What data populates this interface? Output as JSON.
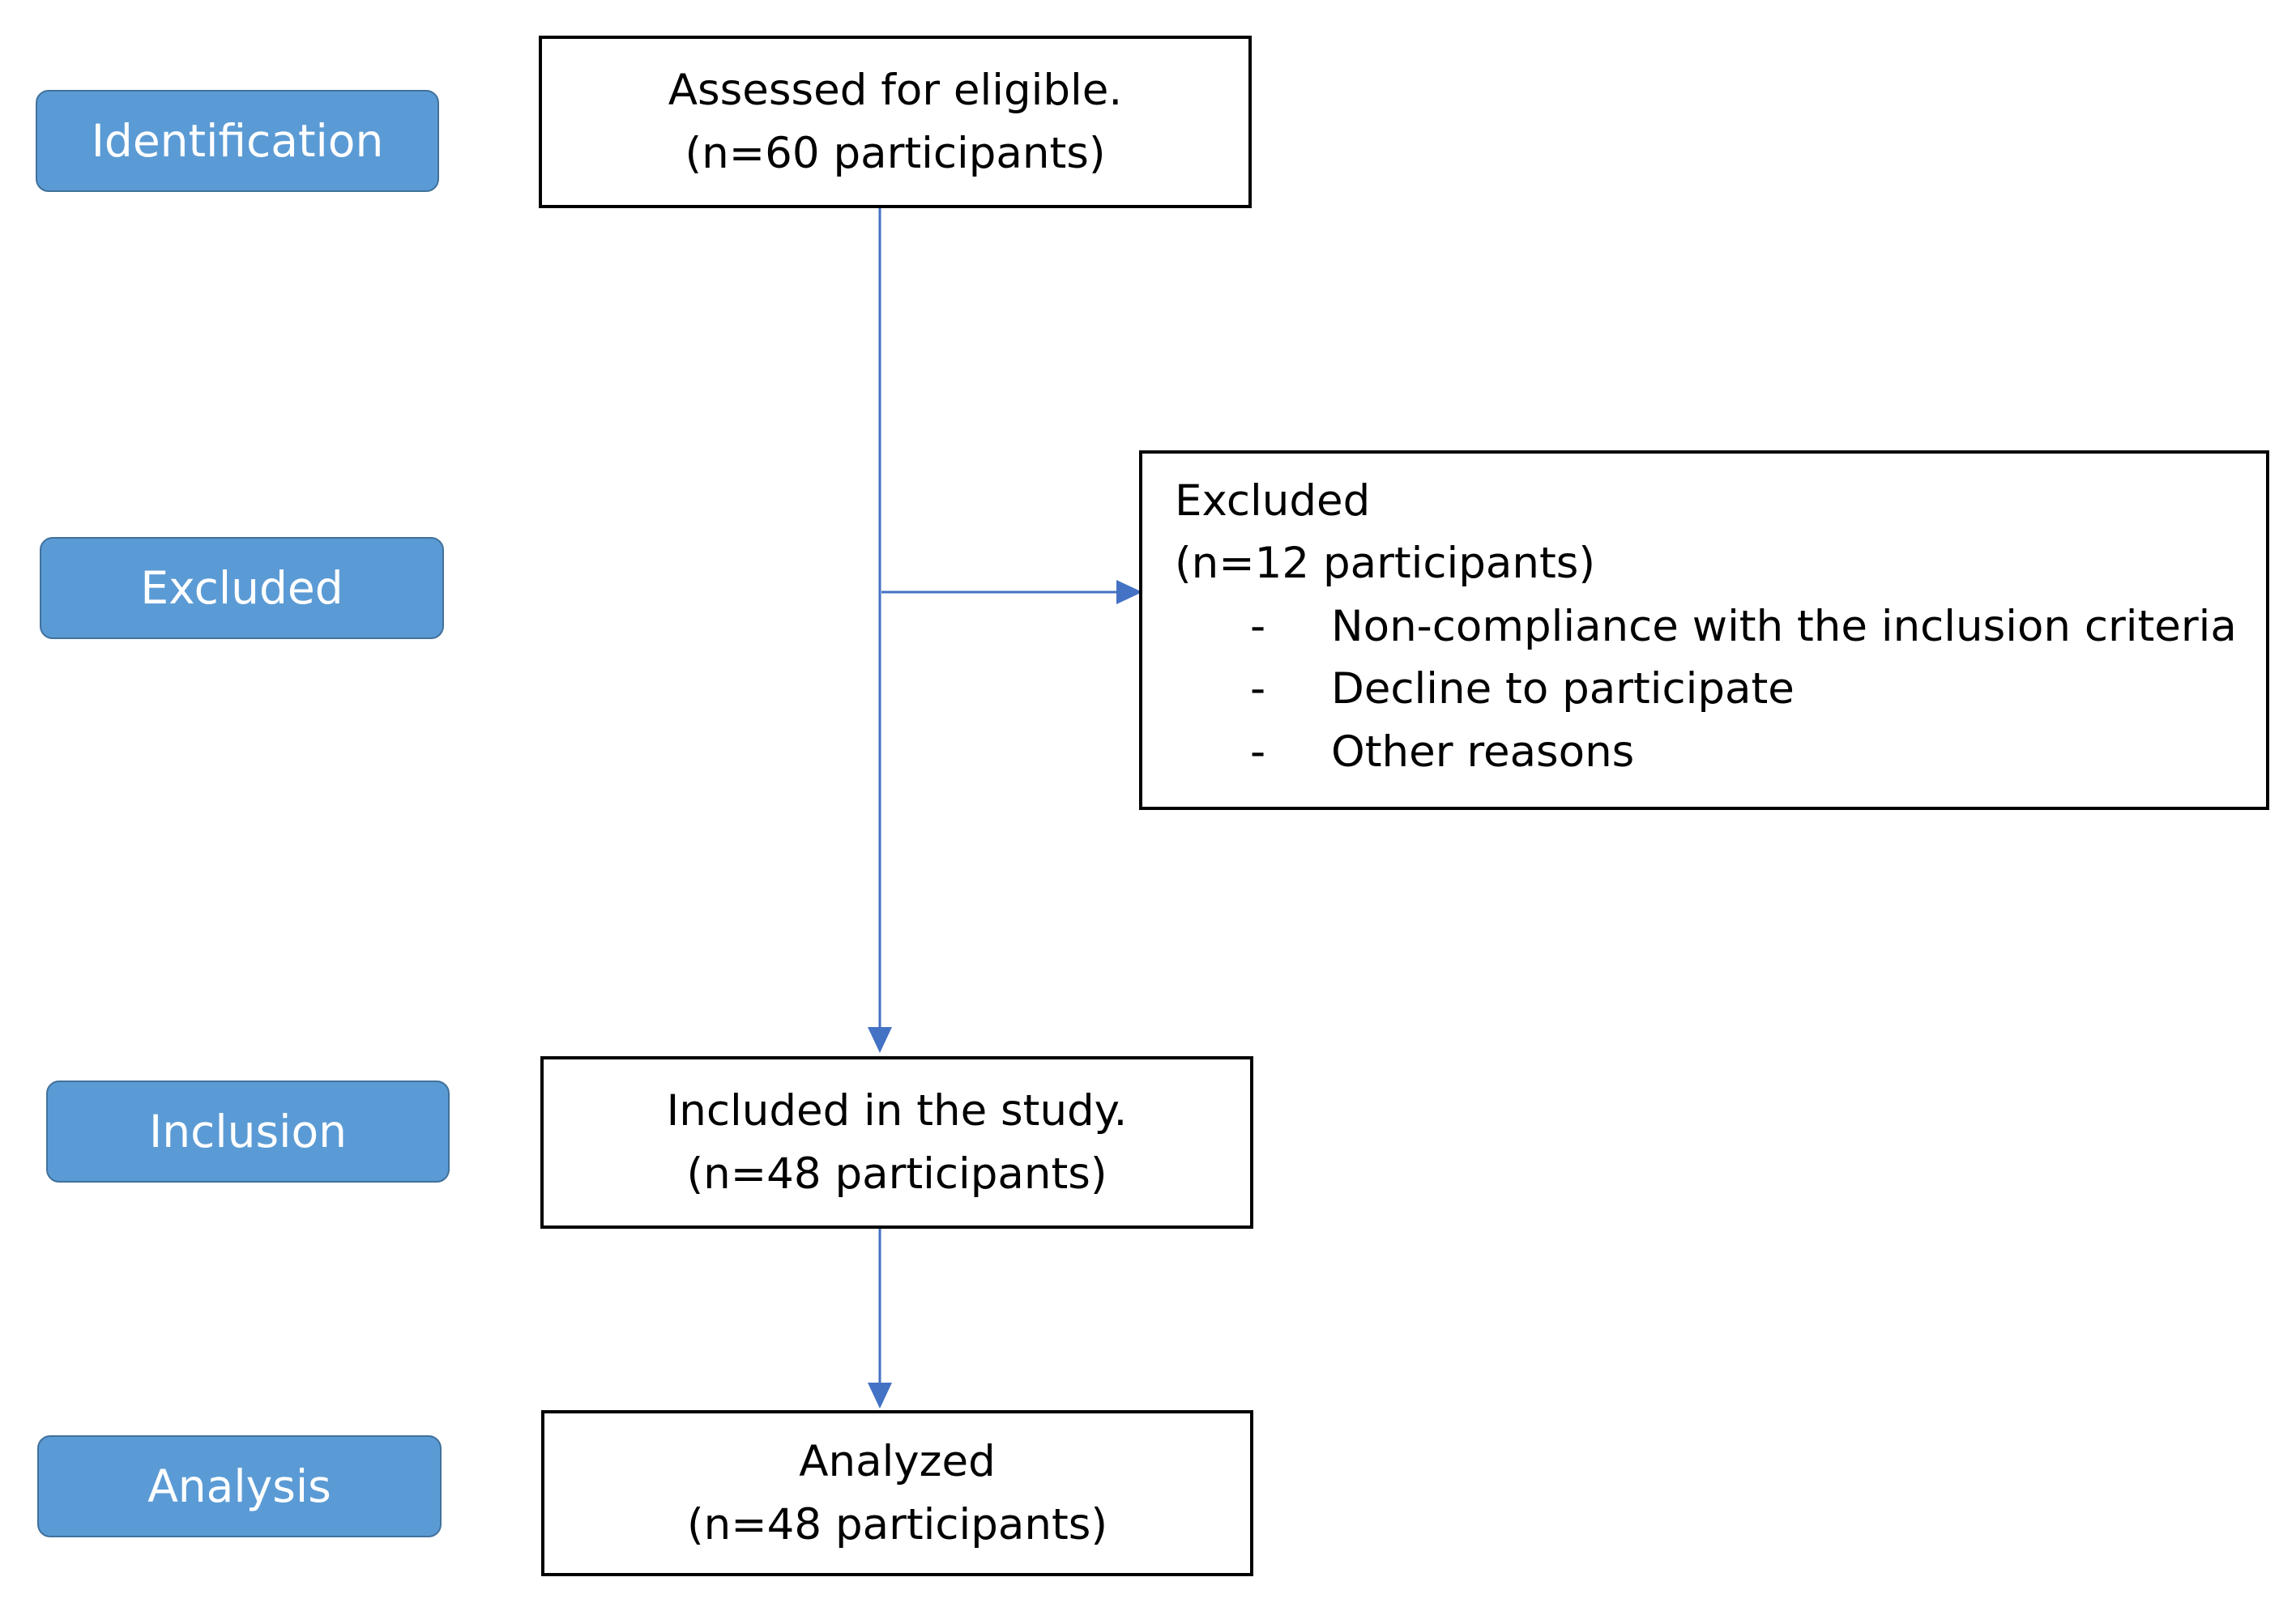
{
  "stages": {
    "identification": "Identification",
    "excluded": "Excluded",
    "inclusion": "Inclusion",
    "analysis": "Analysis"
  },
  "boxes": {
    "assessed": {
      "line1": "Assessed for eligible.",
      "line2": "(n=60 participants)"
    },
    "excluded": {
      "title": "Excluded",
      "count": "(n=12 participants)",
      "reasons": [
        {
          "bullet": "-",
          "text": "Non-compliance with the inclusion criteria"
        },
        {
          "bullet": "-",
          "text": "Decline to participate"
        },
        {
          "bullet": "-",
          "text": "Other reasons"
        }
      ]
    },
    "included": {
      "line1": "Included in the study.",
      "line2": "(n=48 participants)"
    },
    "analyzed": {
      "line1": "Analyzed",
      "line2": "(n=48 participants)"
    }
  },
  "colors": {
    "stage_fill": "#5b9bd5",
    "stage_border": "#41719c",
    "stage_text": "#ffffff",
    "arrow": "#4472c4",
    "box_border": "#000000"
  }
}
